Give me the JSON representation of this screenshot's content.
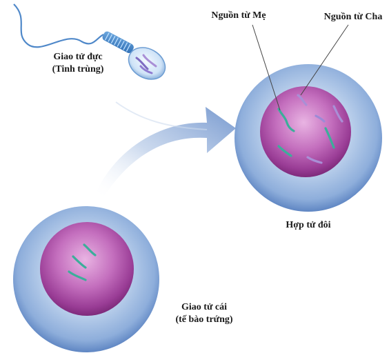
{
  "labels": {
    "sperm_line1": "Giao tử đực",
    "sperm_line2": "(Tinh trùng)",
    "maternal_source": "Nguồn từ Mẹ",
    "paternal_source": "Nguồn từ Cha",
    "zygote": "Hợp tử đôi",
    "egg_line1": "Giao tử cái",
    "egg_line2": "(tế bào trứng)"
  },
  "colors": {
    "cytoplasm_outer": "#5c86c2",
    "cytoplasm_inner": "#b9cfea",
    "nucleus_outer": "#8a2c86",
    "nucleus_inner": "#d48fcd",
    "maternal_chromosome": "#3cae9a",
    "paternal_chromosome": "#a98fd6",
    "arrow": "#9fb8dc"
  }
}
